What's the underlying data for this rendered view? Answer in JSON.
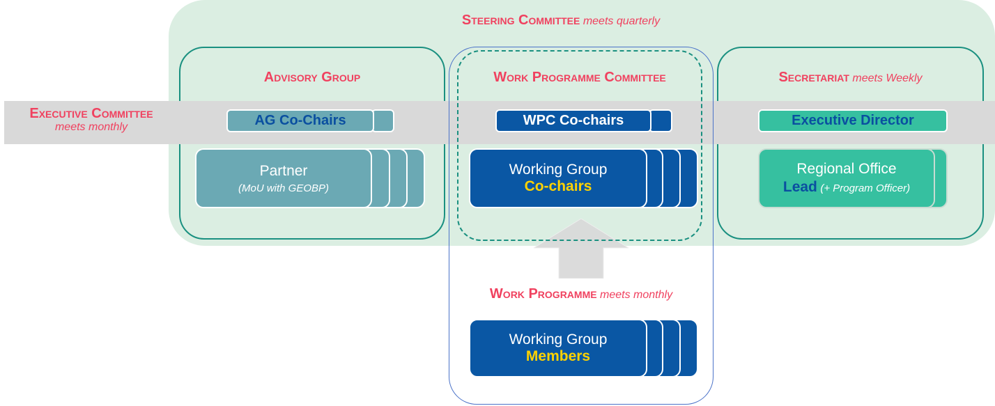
{
  "steering_committee": {
    "title": "Steering Committee",
    "subtitle": "meets quarterly"
  },
  "executive_committee": {
    "title": "Executive Committee",
    "subtitle": "meets monthly"
  },
  "advisory_group": {
    "title": "Advisory Group",
    "chairs_label": "AG Co-Chairs",
    "card_title": "Partner",
    "card_subtitle": "(MoU with GEOBP)"
  },
  "work_programme_committee": {
    "title": "Work Programme Committee",
    "chairs_label": "WPC Co-chairs",
    "card_title": "Working Group",
    "card_highlight": "Co-chairs"
  },
  "secretariat": {
    "title": "Secretariat",
    "subtitle": "meets Weekly",
    "director_label": "Executive Director",
    "card_title": "Regional Office",
    "card_highlight": "Lead",
    "card_subtitle": "(+ Program Officer)"
  },
  "work_programme": {
    "title": "Work Programme",
    "subtitle": "meets monthly",
    "card_title": "Working Group",
    "card_highlight": "Members"
  },
  "colors": {
    "title_red": "#f0415f",
    "steering_bg": "#dbeee2",
    "exec_band": "#d9d9d9",
    "advisory_teal": "#6ba9b4",
    "navy": "#0a57a4",
    "secretariat_green": "#36c0a0",
    "highlight_yellow": "#ffd200",
    "dark_blue_text": "#0a4fa0"
  }
}
